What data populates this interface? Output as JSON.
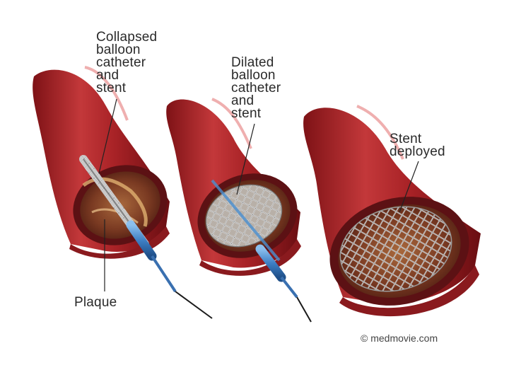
{
  "labels": {
    "collapsed": [
      "Collapsed",
      "balloon",
      "catheter",
      "and",
      "stent"
    ],
    "dilated": [
      "Dilated",
      "balloon",
      "catheter",
      "and",
      "stent"
    ],
    "deployed": [
      "Stent",
      "deployed"
    ],
    "plaque": "Plaque"
  },
  "credit": "© medmovie.com",
  "colors": {
    "vessel_dark": "#7e1216",
    "vessel": "#b3272c",
    "vessel_light": "#d9534f",
    "lumen": "#8a4a2c",
    "plaque": "#d8a060",
    "catheter": "#4a8fd0",
    "stent": "#d8d8d8"
  }
}
